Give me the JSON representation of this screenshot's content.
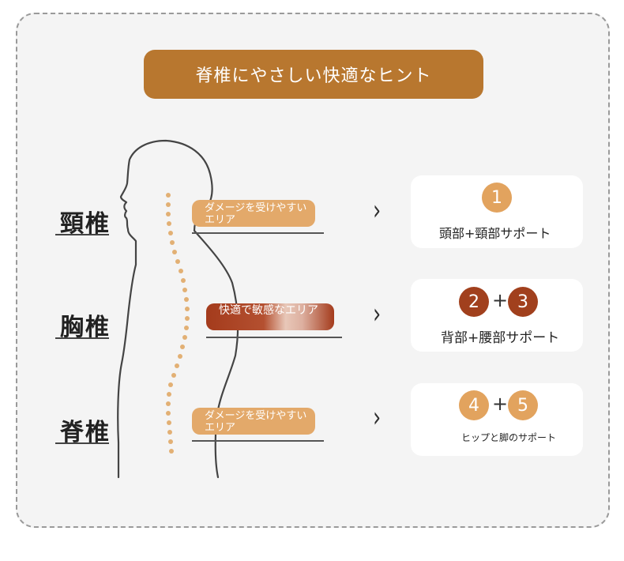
{
  "title": "脊椎にやさしい快適なヒント",
  "regions": [
    {
      "label": "頸椎",
      "callout": "ダメージを受けやすいエリア",
      "circles": [
        "1"
      ],
      "support": "頭部+頸部サポート"
    },
    {
      "label": "胸椎",
      "callout": "快適で敏感なエリア",
      "circles": [
        "2",
        "3"
      ],
      "support": "背部+腰部サポート"
    },
    {
      "label": "脊椎",
      "callout": "ダメージを受けやすいエリア",
      "circles": [
        "4",
        "5"
      ],
      "support": "ヒップと脚のサポート"
    }
  ],
  "plus": "+",
  "chevron": "›",
  "colors": {
    "accent": "#b8772f",
    "light": "#e2a35e",
    "dark": "#a1401d"
  }
}
